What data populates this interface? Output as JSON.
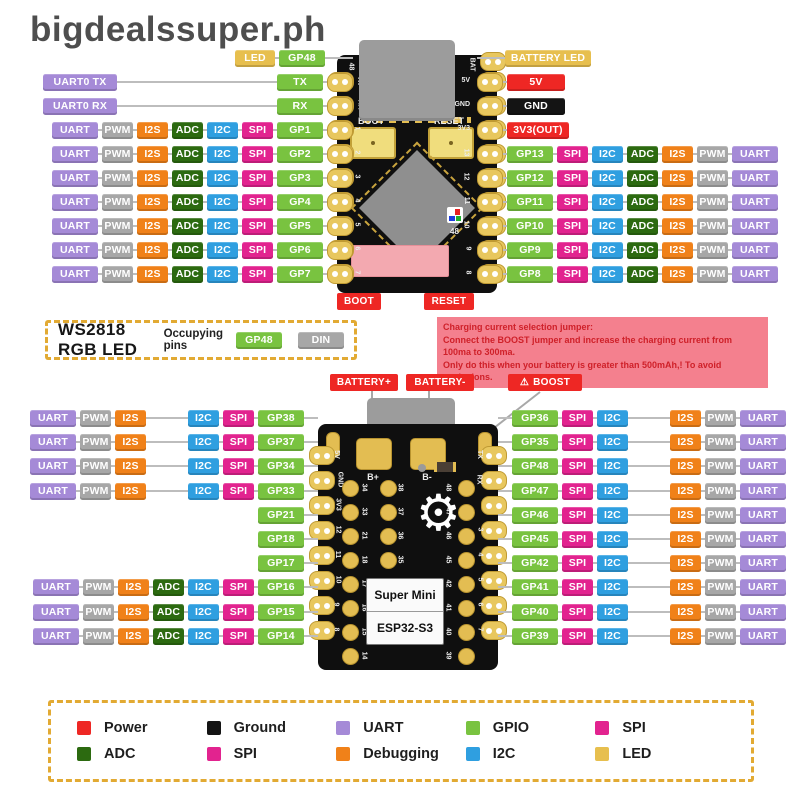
{
  "watermark": "bigdealssuper.ph",
  "colors": {
    "uart": "#a58ad7",
    "pwm": "#a7a7a7",
    "i2s": "#f08119",
    "adc": "#2c6a10",
    "i2c": "#2f9fe0",
    "spi": "#e2238f",
    "gpio": "#79c340",
    "led": "#e7bf4e",
    "power": "#ee2724",
    "ground": "#141414"
  },
  "patterns": {
    "left_full": [
      [
        "UART",
        "uart",
        46
      ],
      [
        "PWM",
        "pwm",
        31
      ],
      [
        "I2S",
        "i2s",
        31
      ],
      [
        "ADC",
        "adc",
        31
      ],
      [
        "I2C",
        "i2c",
        31
      ],
      [
        "SPI",
        "spi",
        31
      ]
    ],
    "left_noadc": [
      [
        "UART",
        "uart",
        46
      ],
      [
        "PWM",
        "pwm",
        31
      ],
      [
        "I2S",
        "i2s",
        31
      ],
      "GAP",
      [
        "I2C",
        "i2c",
        31
      ],
      [
        "SPI",
        "spi",
        31
      ]
    ],
    "right_full": [
      [
        "SPI",
        "spi",
        31
      ],
      [
        "I2C",
        "i2c",
        31
      ],
      [
        "ADC",
        "adc",
        31
      ],
      [
        "I2S",
        "i2s",
        31
      ],
      [
        "PWM",
        "pwm",
        31
      ],
      [
        "UART",
        "uart",
        46
      ]
    ],
    "right_noadc": [
      [
        "SPI",
        "spi",
        31
      ],
      [
        "I2C",
        "i2c",
        31
      ],
      "GAP",
      [
        "I2S",
        "i2s",
        31
      ],
      [
        "PWM",
        "pwm",
        31
      ],
      [
        "UART",
        "uart",
        46
      ]
    ],
    "gp_only": []
  },
  "pinout": {
    "top_left": {
      "side": "left",
      "pitch": 24,
      "rows": [
        {
          "name": "led48",
          "badges": [
            [
              "LED",
              "led",
              40
            ],
            [
              "GP48",
              "gpio",
              46
            ]
          ],
          "trail": 28
        },
        {
          "name": "uart0-tx",
          "badges": [
            [
              "UART0 TX",
              "uart",
              74
            ],
            "FLEX",
            [
              "TX",
              "gpio",
              46
            ]
          ],
          "pad": true
        },
        {
          "name": "uart0-rx",
          "badges": [
            [
              "UART0 RX",
              "uart",
              74
            ],
            "FLEX",
            [
              "RX",
              "gpio",
              46
            ]
          ],
          "pad": true
        },
        {
          "gp": "GP1",
          "pattern": "left_full",
          "pad": true
        },
        {
          "gp": "GP2",
          "pattern": "left_full",
          "pad": true
        },
        {
          "gp": "GP3",
          "pattern": "left_full",
          "pad": true
        },
        {
          "gp": "GP4",
          "pattern": "left_full",
          "pad": true
        },
        {
          "gp": "GP5",
          "pattern": "left_full",
          "pad": true
        },
        {
          "gp": "GP6",
          "pattern": "left_full",
          "pad": true
        },
        {
          "gp": "GP7",
          "pattern": "left_full",
          "pad": true
        }
      ]
    },
    "top_right": {
      "side": "right",
      "pitch": 24,
      "rows": [
        {
          "name": "battery-led",
          "badges": [
            [
              "BATTERY LED",
              "led",
              86
            ]
          ],
          "lead": 28
        },
        {
          "name": "5v",
          "badges": [
            [
              "5V",
              "power",
              58
            ]
          ],
          "pad": true
        },
        {
          "name": "gnd",
          "badges": [
            [
              "GND",
              "ground",
              58
            ]
          ],
          "pad": true
        },
        {
          "name": "3v3-out",
          "badges": [
            [
              "3V3(OUT)",
              "power",
              62
            ]
          ],
          "pad": true
        },
        {
          "gp": "GP13",
          "pattern": "right_full",
          "pad": true
        },
        {
          "gp": "GP12",
          "pattern": "right_full",
          "pad": true
        },
        {
          "gp": "GP11",
          "pattern": "right_full",
          "pad": true
        },
        {
          "gp": "GP10",
          "pattern": "right_full",
          "pad": true
        },
        {
          "gp": "GP9",
          "pattern": "right_full",
          "pad": true
        },
        {
          "gp": "GP8",
          "pattern": "right_full",
          "pad": true
        }
      ]
    },
    "bottom_left": {
      "side": "left",
      "pitch": 24.2,
      "rows": [
        {
          "gp": "GP38",
          "pattern": "left_noadc",
          "trail": 14
        },
        {
          "gp": "GP37",
          "pattern": "left_noadc",
          "trail": 14
        },
        {
          "gp": "GP34",
          "pattern": "left_noadc",
          "trail": 14
        },
        {
          "gp": "GP33",
          "pattern": "left_noadc",
          "trail": 14
        },
        {
          "gp": "GP21",
          "pattern": "gp_only",
          "trail": 14
        },
        {
          "gp": "GP18",
          "pattern": "gp_only",
          "trail": 14
        },
        {
          "gp": "GP17",
          "pattern": "gp_only",
          "trail": 14
        },
        {
          "gp": "GP16",
          "pattern": "left_full",
          "trail": 14
        },
        {
          "gp": "GP15",
          "pattern": "left_full",
          "trail": 14
        },
        {
          "gp": "GP14",
          "pattern": "left_full",
          "trail": 14
        }
      ]
    },
    "bottom_right": {
      "side": "right",
      "pitch": 24.2,
      "rows": [
        {
          "gp": "GP36",
          "pattern": "right_noadc",
          "lead": 14
        },
        {
          "gp": "GP35",
          "pattern": "right_noadc",
          "lead": 14
        },
        {
          "gp": "GP48",
          "pattern": "right_noadc",
          "lead": 14
        },
        {
          "gp": "GP47",
          "pattern": "right_noadc",
          "lead": 14
        },
        {
          "gp": "GP46",
          "pattern": "right_noadc",
          "lead": 14
        },
        {
          "gp": "GP45",
          "pattern": "right_noadc",
          "lead": 14
        },
        {
          "gp": "GP42",
          "pattern": "right_noadc",
          "lead": 14
        },
        {
          "gp": "GP41",
          "pattern": "right_noadc",
          "lead": 14
        },
        {
          "gp": "GP40",
          "pattern": "right_noadc",
          "lead": 14
        },
        {
          "gp": "GP39",
          "pattern": "right_noadc",
          "lead": 14
        }
      ]
    }
  },
  "ws_box": {
    "title": "WS2818 RGB LED",
    "subtitle": "Occupying pins",
    "pins": [
      [
        "GP48",
        "gpio",
        46
      ],
      [
        "DIN",
        "pwm",
        46
      ]
    ]
  },
  "charge_note": {
    "lines": [
      "Charging current selection jumper:",
      "Connect the BOOST jumper and increase the charging current from 100ma to 300ma.",
      "Only do this when your battery is greater than 500mAh,! To avoid explosions."
    ]
  },
  "board_labels": {
    "boot": "BOOT",
    "reset": "RESET",
    "battery_plus": "BATTERY+",
    "battery_minus": "BATTERY-",
    "boost_icon": "⚠",
    "boost": "BOOST"
  },
  "top_board": {
    "silk": {
      "boot": "BOOT",
      "reset": "RESET",
      "bat": "BAT",
      "pin48": "48",
      "led48": "48"
    },
    "left_pads": [
      "TX",
      "RX",
      "1",
      "2",
      "3",
      "4",
      "5",
      "6",
      "7"
    ],
    "right_pads": [
      "BAT",
      "5V",
      "GND",
      "3V3",
      "13",
      "12",
      "11",
      "10",
      "9",
      "8"
    ]
  },
  "bottom_board": {
    "name_line1": "Super Mini",
    "name_line2": "ESP32-S3",
    "bplus": "B+",
    "bminus": "B-",
    "left_vertical": [
      "5V",
      "GND",
      "3V3"
    ],
    "right_vertical": [
      "TX",
      "RX"
    ],
    "left_edge_numbers": [
      "12",
      "11",
      "10",
      "9",
      "8"
    ],
    "right_edge_numbers": [
      "3",
      "4",
      "5",
      "6",
      "7"
    ],
    "left_inner": [
      "34",
      "33",
      "21",
      "18",
      "17",
      "16",
      "15",
      "14"
    ],
    "mid_inner": [
      "38",
      "37",
      "36",
      "35"
    ],
    "right_inner": [
      "48",
      "47",
      "46",
      "45",
      "42",
      "41",
      "40",
      "39"
    ]
  },
  "legend": {
    "rows": [
      [
        [
          "Power",
          "power"
        ],
        [
          "Ground",
          "ground"
        ],
        [
          "UART",
          "uart"
        ],
        [
          "GPIO",
          "gpio"
        ],
        [
          "SPI",
          "spi"
        ]
      ],
      [
        [
          "ADC",
          "adc"
        ],
        [
          "SPI",
          "spi"
        ],
        [
          "Debugging",
          "i2s"
        ],
        [
          "I2C",
          "i2c"
        ],
        [
          "LED",
          "led"
        ]
      ]
    ]
  }
}
